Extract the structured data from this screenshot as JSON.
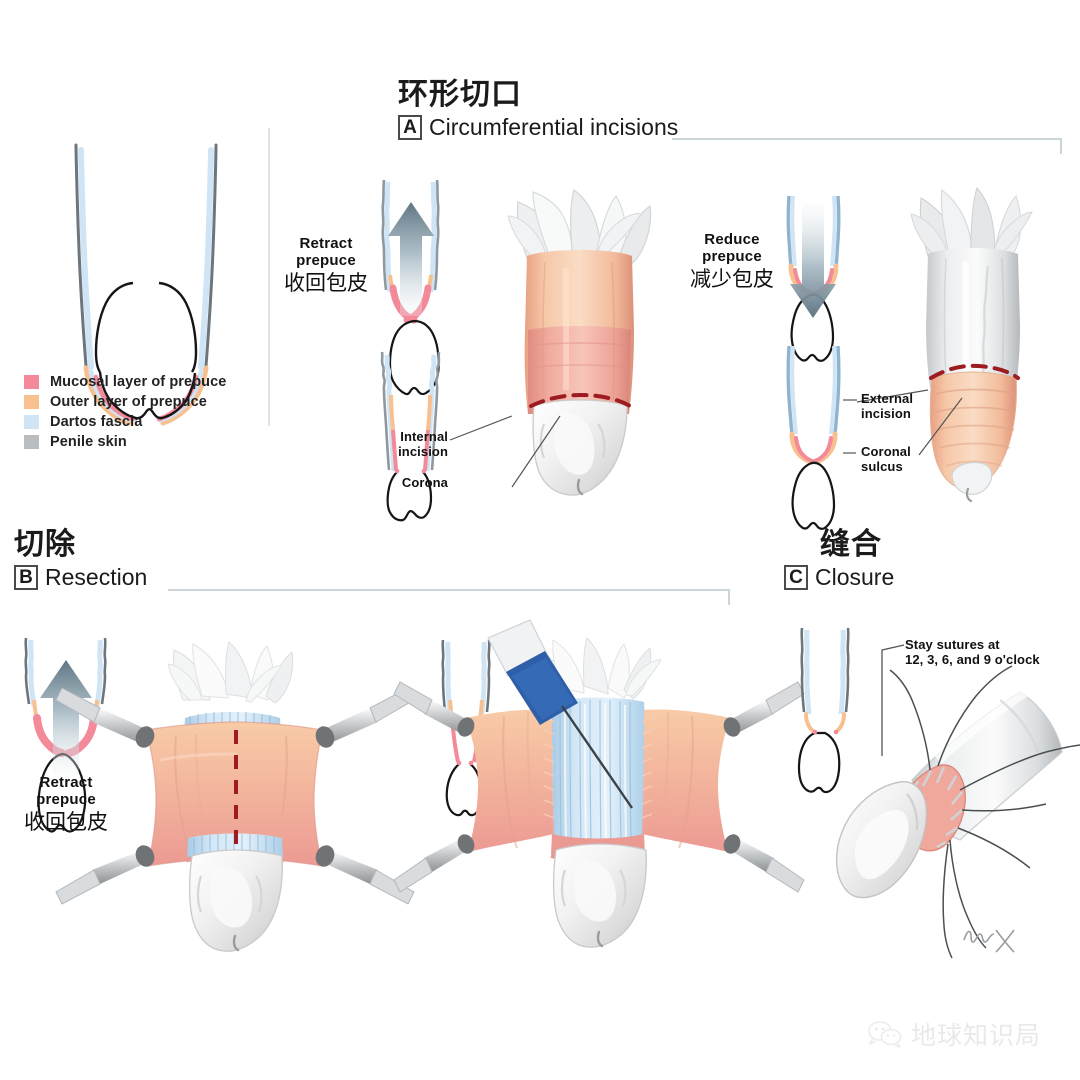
{
  "document": {
    "title": "Circumcision surgical technique plate",
    "background": "#ffffff"
  },
  "legend": {
    "items": [
      {
        "label": "Mucosal layer of prepuce",
        "color": "#f4899a"
      },
      {
        "label": "Outer layer of prepuce",
        "color": "#f9c08f"
      },
      {
        "label": "Dartos fascia",
        "color": "#cfe4f5"
      },
      {
        "label": "Penile skin",
        "color": "#b9bdc0"
      }
    ]
  },
  "sections": {
    "a": {
      "cn_title": "环形切口",
      "letter": "A",
      "en_title": "Circumferential incisions",
      "left_panel": {
        "direction_en_line1": "Retract",
        "direction_en_line2": "prepuce",
        "direction_cn": "收回包皮",
        "arrow": "arrow-up",
        "labels": [
          {
            "line1": "Internal",
            "line2": "incision"
          },
          {
            "line1": "Corona",
            "line2": ""
          }
        ]
      },
      "right_panel": {
        "direction_en_line1": "Reduce",
        "direction_en_line2": "prepuce",
        "direction_cn": "减少包皮",
        "arrow": "arrow-down",
        "labels": [
          {
            "line1": "External",
            "line2": "incision"
          },
          {
            "line1": "Coronal",
            "line2": "sulcus"
          }
        ]
      }
    },
    "b": {
      "cn_title": "切除",
      "letter": "B",
      "en_title": "Resection",
      "direction_en_line1": "Retract",
      "direction_en_line2": "prepuce",
      "direction_cn": "收回包皮",
      "arrow": "arrow-up"
    },
    "c": {
      "cn_title": "缝合",
      "letter": "C",
      "en_title": "Closure",
      "annotation_line1": "Stay sutures at",
      "annotation_line2": "12, 3, 6, and 9 o'clock"
    }
  },
  "watermark": {
    "text": "地球知识局",
    "icon": "wechat-icon"
  },
  "colors": {
    "mucosa": "#f4899a",
    "outer_prepuce": "#f9c08f",
    "dartos": "#cfe4f5",
    "penile_skin": "#b9bdc0",
    "incision_dashed": "#9c1c22",
    "skin_light": "#f6c8a8",
    "skin_pink": "#ef9f97",
    "glans": "#e2e2e2",
    "instrument_blue": "#2e5fa8",
    "rule": "#ccd6da",
    "ink": "#111111"
  }
}
